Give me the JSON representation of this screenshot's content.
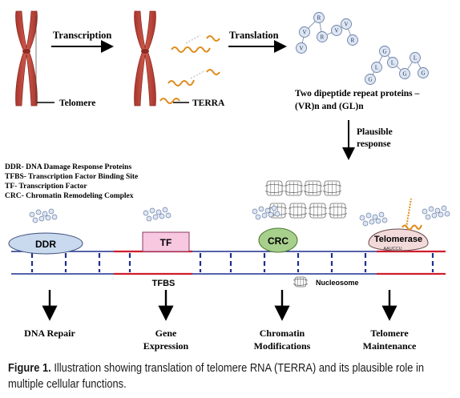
{
  "labels": {
    "transcription": "Transcription",
    "translation": "Translation",
    "telomere": "Telomere",
    "terra": "TERRA",
    "dipeptide_line1": "Two dipeptide repeat proteins –",
    "dipeptide_line2": "(VR)n and (GL)n",
    "plausible_line1": "Plausible",
    "plausible_line2": "response",
    "legend": [
      "DDR- DNA Damage Response Proteins",
      "TFBS- Transcription Factor Binding Site",
      "TF- Transcription Factor",
      "CRC- Chromatin Remodeling Complex"
    ],
    "ddr": "DDR",
    "tf": "TF",
    "crc": "CRC",
    "telomerase": "Telomerase",
    "aaucu": "AAUCCU",
    "tfbs": "TFBS",
    "nucleosome": "Nucleosome",
    "outcomes": {
      "dna_repair": "DNA Repair",
      "gene_expression_1": "Gene",
      "gene_expression_2": "Expression",
      "chromatin_1": "Chromatin",
      "chromatin_2": "Modifications",
      "telomere_maint_1": "Telomere",
      "telomere_maint_2": "Maintenance"
    }
  },
  "protein_beads": {
    "vr": [
      "V",
      "V",
      "R",
      "R",
      "V",
      "V",
      "R"
    ],
    "gl": [
      "G",
      "L",
      "G",
      "L",
      "G",
      "L",
      "G"
    ]
  },
  "caption": {
    "label": "Figure 1.",
    "text": " Illustration showing translation of telomere RNA (TERRA) and its plausible role in multiple cellular functions."
  },
  "colors": {
    "chromosome": "#c0473c",
    "chromosome_dark": "#9e3128",
    "dna_blue": "#1f2f8f",
    "dna_red": "#d01c2c",
    "bead_fill": "#dde6f2",
    "bead_stroke": "#6a7fa8",
    "ddr_fill": "#c9d9ee",
    "tf_fill": "#f7c8e0",
    "crc_fill": "#a8d08d",
    "telomerase_fill": "#f3dada",
    "rna_orange": "#e08a1a"
  }
}
